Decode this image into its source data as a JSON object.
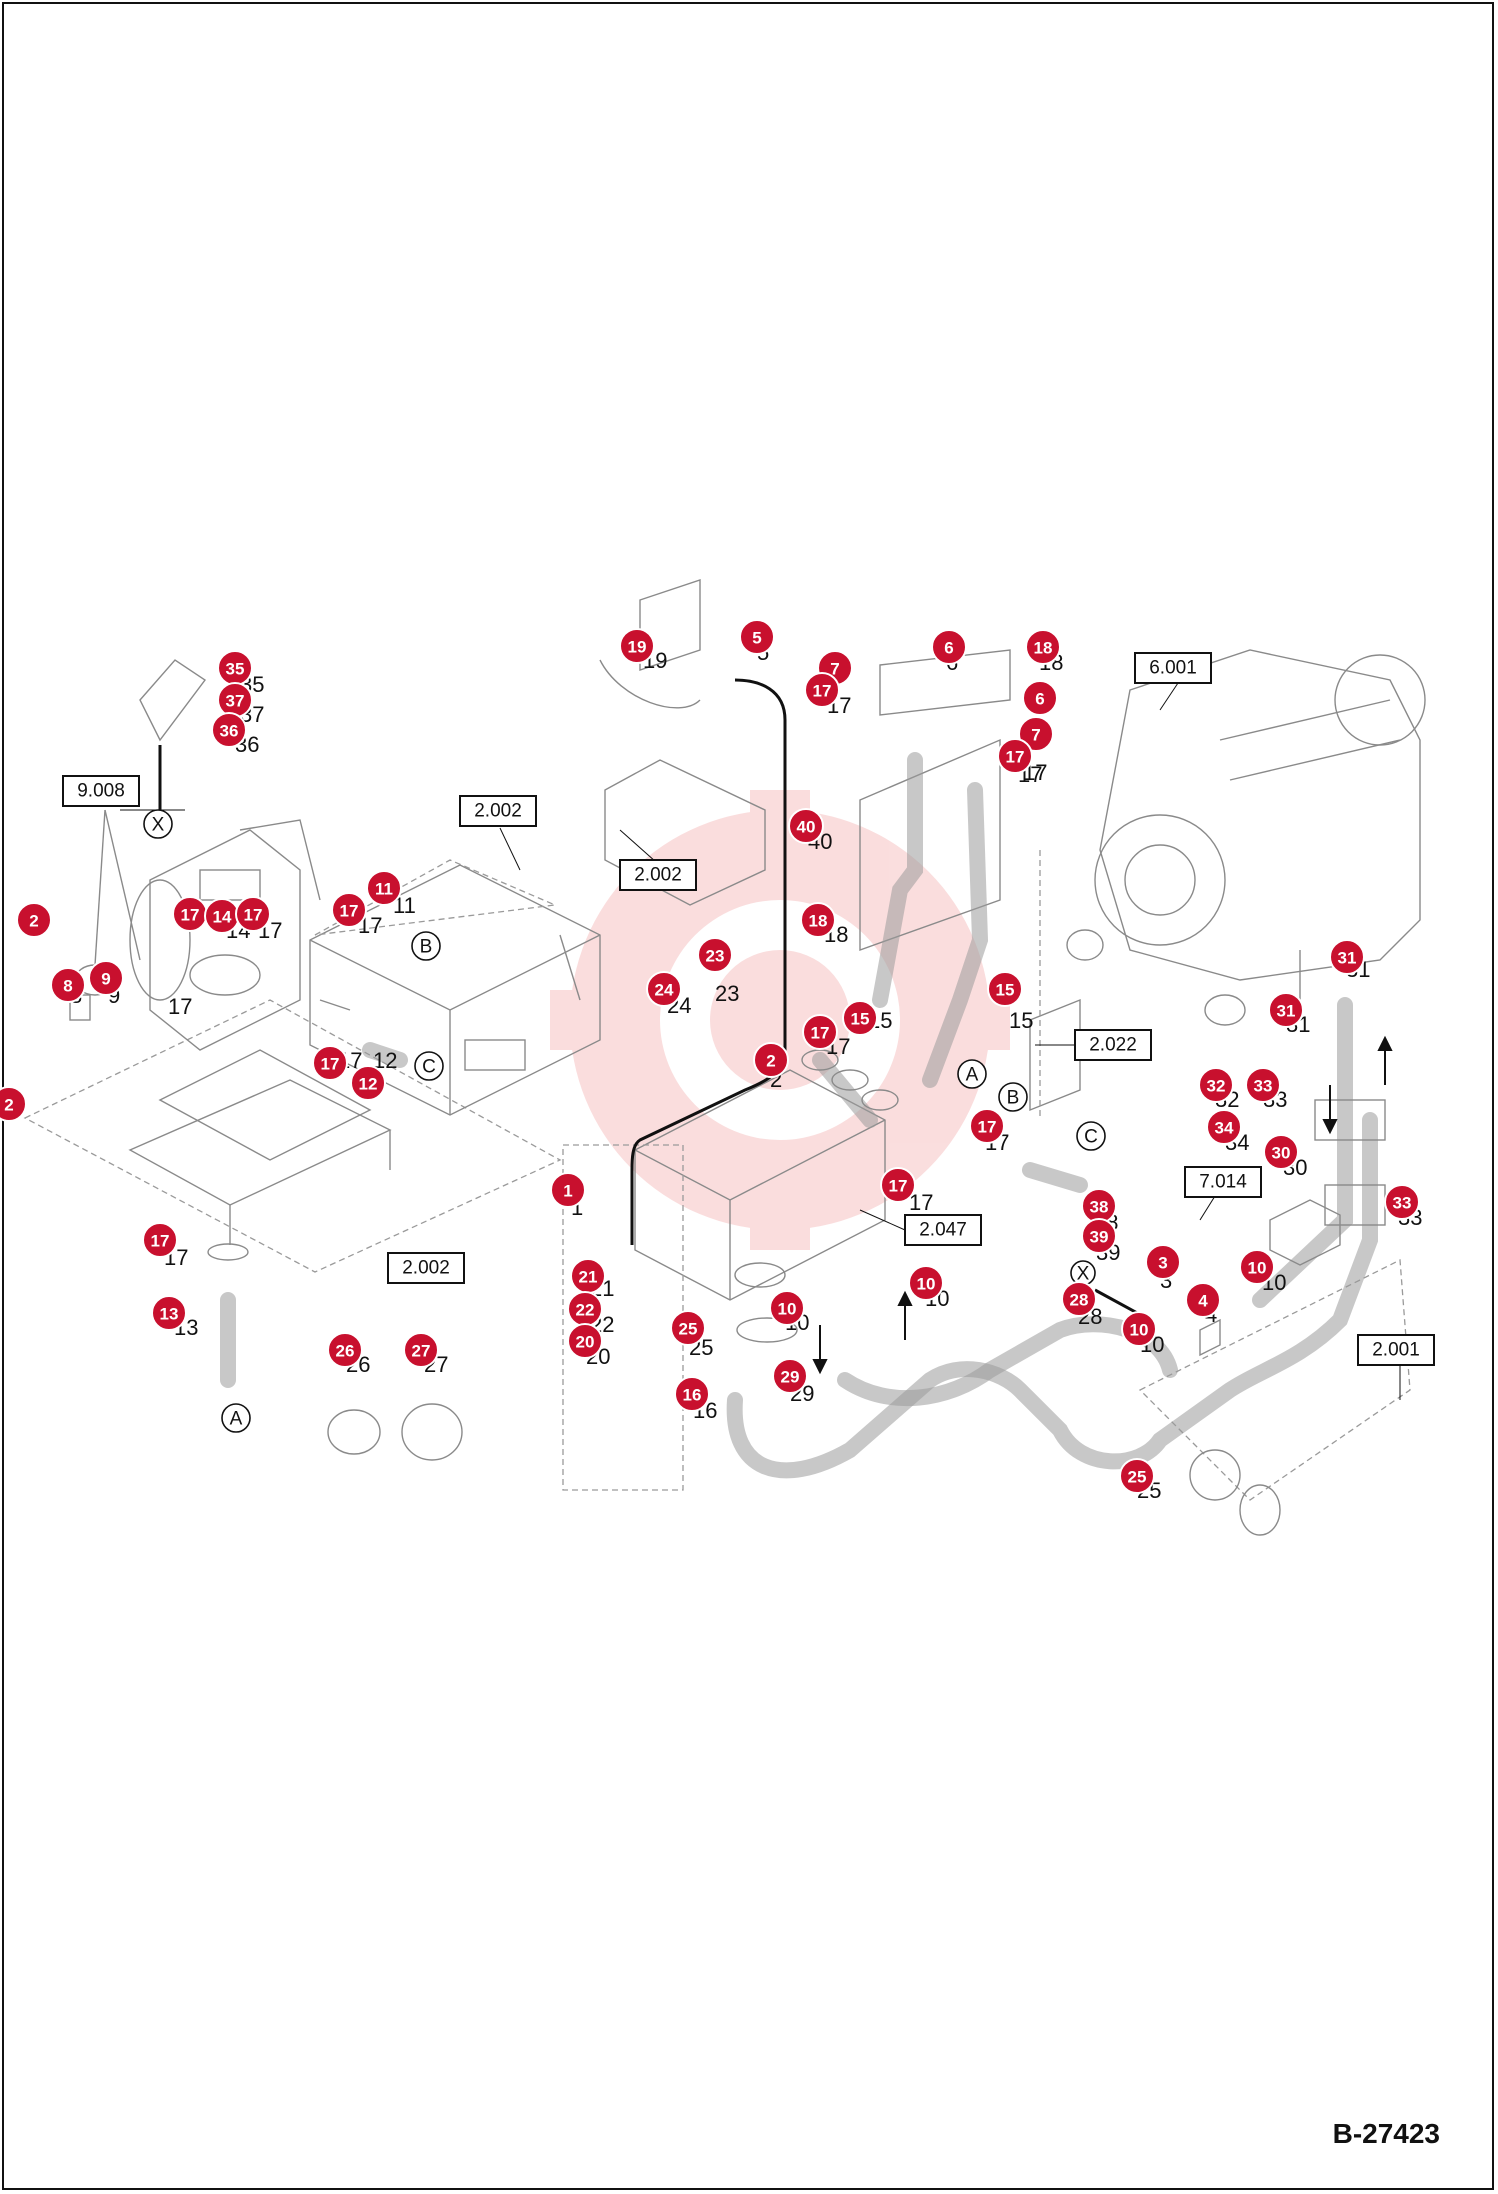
{
  "drawing_id": "B-27423",
  "reference_boxes": [
    "9.008",
    "2.002",
    "2.002",
    "2.002",
    "6.001",
    "2.022",
    "2.047",
    "7.014",
    "2.001"
  ],
  "letter_markers": [
    "X",
    "B",
    "C",
    "A",
    "B",
    "A",
    "C",
    "X"
  ],
  "callouts": [
    "35",
    "37",
    "36",
    "2",
    "17",
    "14",
    "17",
    "17",
    "11",
    "8",
    "9",
    "17",
    "12",
    "2",
    "17",
    "13",
    "26",
    "27",
    "19",
    "5",
    "7",
    "17",
    "6",
    "18",
    "6",
    "7",
    "17",
    "40",
    "18",
    "23",
    "24",
    "15",
    "15",
    "17",
    "2",
    "17",
    "1",
    "17",
    "21",
    "22",
    "20",
    "25",
    "10",
    "10",
    "29",
    "16",
    "38",
    "39",
    "3",
    "4",
    "28",
    "10",
    "10",
    "25",
    "31",
    "31",
    "32",
    "33",
    "34",
    "30",
    "33"
  ],
  "plain_numbers": [
    "35",
    "37",
    "36",
    "14",
    "17",
    "17",
    "11",
    "8",
    "9",
    "12",
    "17",
    "13",
    "26",
    "27",
    "19",
    "5",
    "17",
    "7",
    "17",
    "6",
    "18",
    "6",
    "7",
    "17",
    "40",
    "18",
    "23",
    "24",
    "15",
    "15",
    "17",
    "17",
    "2",
    "17",
    "1",
    "21",
    "22",
    "20",
    "25",
    "10",
    "10",
    "29",
    "16",
    "38",
    "39",
    "3",
    "4",
    "28",
    "10",
    "10",
    "25",
    "31",
    "31",
    "32",
    "33",
    "34",
    "30",
    "33",
    "17",
    "17"
  ],
  "colors": {
    "callout_fill": "#c8102e",
    "watermark": "#f2a0a0"
  }
}
